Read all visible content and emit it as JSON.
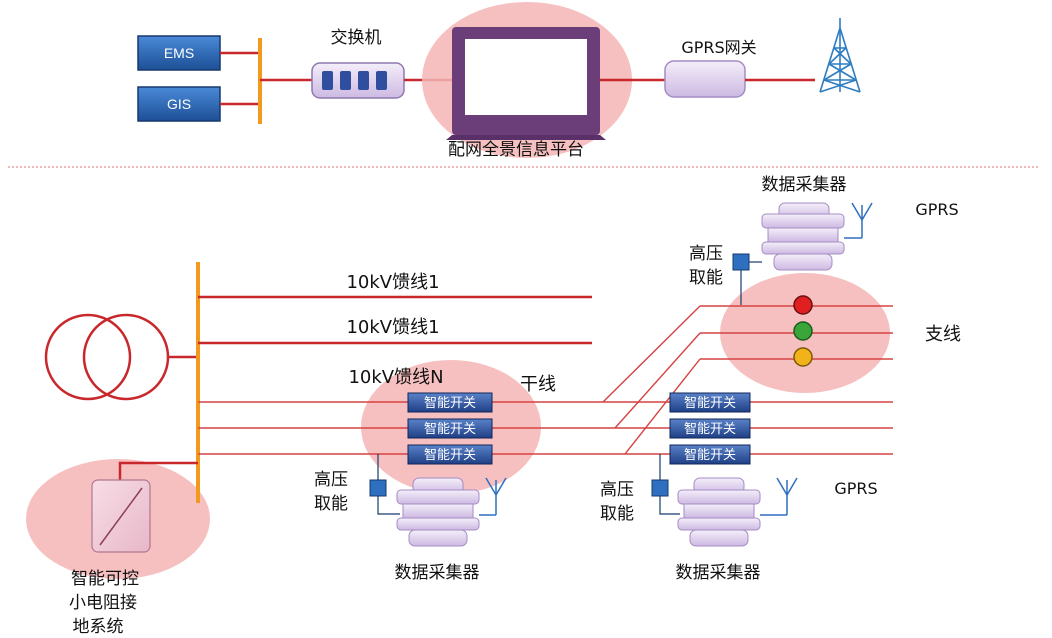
{
  "top_section": {
    "ems_label": "EMS",
    "gis_label": "GIS",
    "switch_label": "交换机",
    "platform_label": "配网全景信息平台",
    "gprs_gateway_label": "GPRS网关"
  },
  "feeders": {
    "feeder_1": "10kV馈线1",
    "feeder_2": "10kV馈线1",
    "feeder_n": "10kV馈线N",
    "trunk_label": "干线",
    "branch_label": "支线"
  },
  "switches": {
    "label": "智能开关"
  },
  "collectors": {
    "top_right_label": "数据采集器",
    "mid_label": "数据采集器",
    "right_label": "数据采集器",
    "gprs_top": "GPRS",
    "gprs_right": "GPRS"
  },
  "hv_power": {
    "top_line1": "高压",
    "top_line2": "取能",
    "mid_line1": "高压",
    "mid_line2": "取能",
    "right_line1": "高压",
    "right_line2": "取能"
  },
  "grounding": {
    "line1": "智能可控",
    "line2": "小电阻接",
    "line3": "地系统"
  },
  "colors": {
    "line_red": "#c8282b",
    "bus_orange": "#f39a1e",
    "box_blue": "#2e6fbf",
    "highlight_pink": "#f5b5b5",
    "monitor_purple": "#6b3e7a",
    "device_lavender": "#d9c9ea",
    "indicator_red": "#e02020",
    "indicator_green": "#3aa63a",
    "indicator_yellow": "#f2b21a"
  }
}
